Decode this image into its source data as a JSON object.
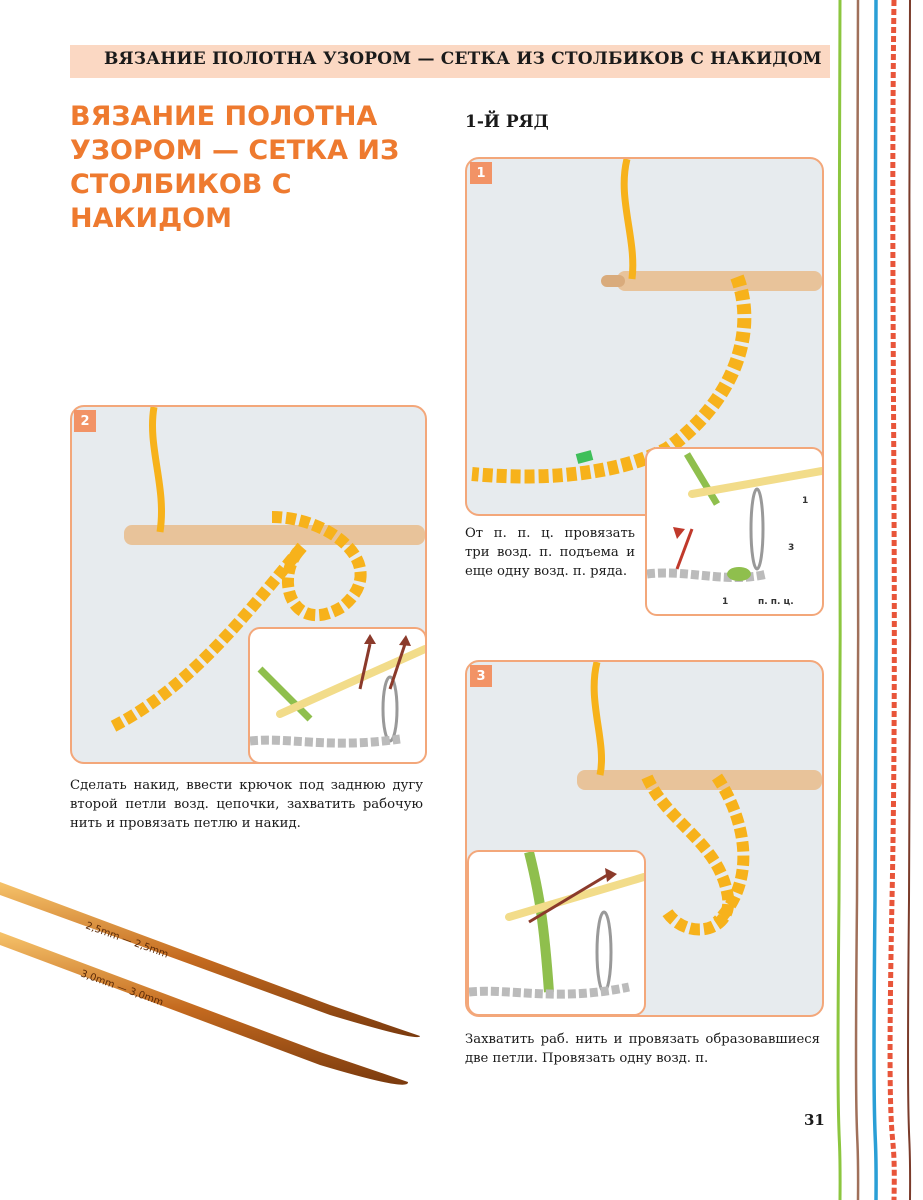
{
  "header": {
    "text": "ВЯЗАНИЕ ПОЛОТНА УЗОРОМ — СЕТКА ИЗ СТОЛБИКОВ С НАКИДОМ"
  },
  "title": {
    "text": "ВЯЗАНИЕ ПОЛОТНА УЗОРОМ — СЕТКА ИЗ СТОЛБИКОВ С НАКИДОМ"
  },
  "row_heading": "1-Й РЯД",
  "steps": [
    {
      "number": "1",
      "caption": "От п. п. ц. провязать три возд. п. подъема и еще одну возд. п. ряда.",
      "inset_labels": [
        "1",
        "3",
        "1",
        "п. п. ц."
      ]
    },
    {
      "number": "2",
      "caption": "Сделать накид, ввести крючок под заднюю дугу второй петли возд. цепочки, захватить рабочую нить и провязать петлю и накид."
    },
    {
      "number": "3",
      "caption": "Захватить раб. нить и провязать образовавшиеся две петли. Провязать одну возд. п."
    }
  ],
  "hook_engravings": [
    "2,5mm — 2,5mm",
    "3,0mm — 3,0mm"
  ],
  "page_number": "31",
  "colors": {
    "accent": "#ee7a2f",
    "header_band": "#fbd8c3",
    "frame": "#f3a77a",
    "yarn": "#f7b21b",
    "stitch_green": "#8fbf4d"
  }
}
